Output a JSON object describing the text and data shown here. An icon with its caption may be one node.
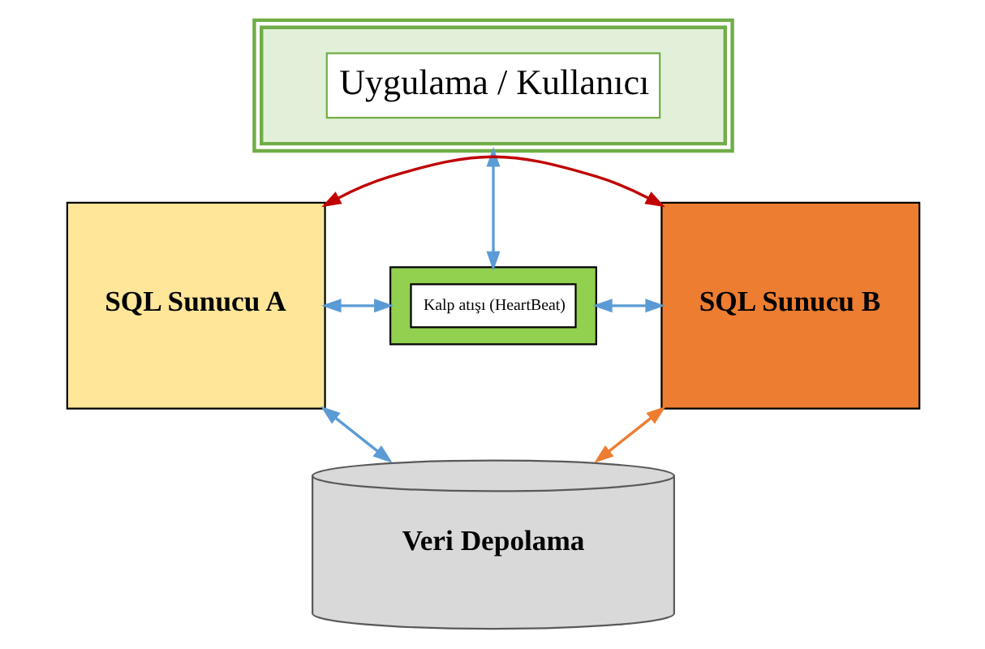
{
  "diagram": {
    "nodes": [
      {
        "text": [
          "Uygulama / Kullanıcı"
        ]
      },
      {
        "text": [
          "Kalp atışı (HeartBeat)"
        ]
      },
      {
        "text": [
          "SQL Sunucu A"
        ]
      },
      {
        "text": [
          "SQL Sunucu B"
        ]
      },
      {
        "text": [
          "Veri Depolama"
        ]
      }
    ],
    "edges": [
      {
        "from": 0,
        "to": 1,
        "arrow": "both"
      },
      {
        "from": 2,
        "to": 1,
        "arrow": "both"
      },
      {
        "from": 1,
        "to": 3,
        "arrow": "both"
      },
      {
        "from": 2,
        "to": 3,
        "arrow": "both",
        "color": "#c00000"
      },
      {
        "from": 2,
        "to": 4,
        "arrow": "both"
      },
      {
        "from": 4,
        "to": 3,
        "arrow": "both",
        "color": "#ed7d31"
      }
    ]
  }
}
